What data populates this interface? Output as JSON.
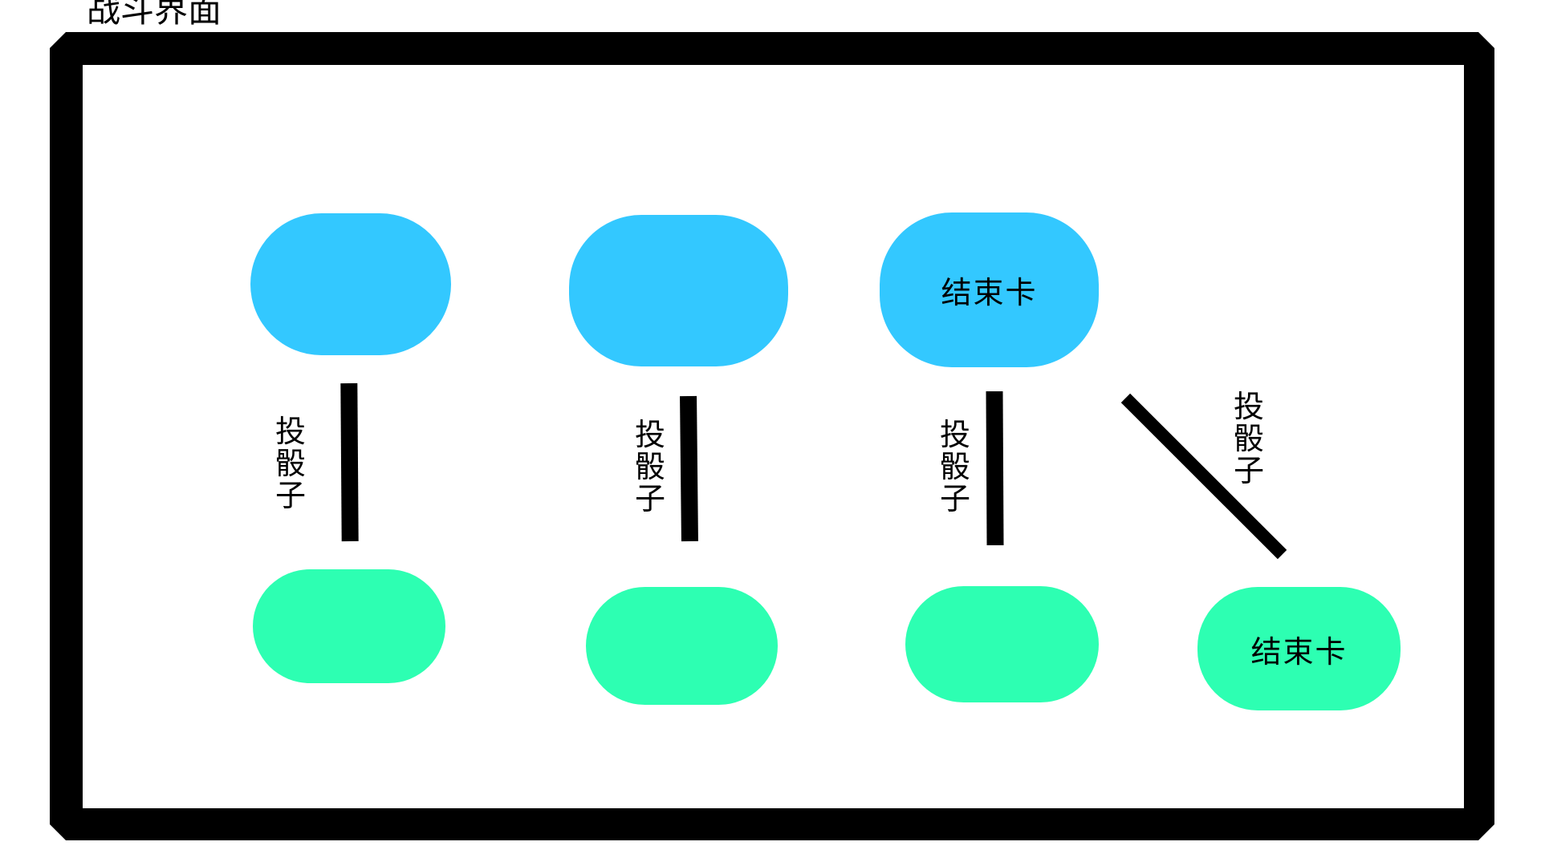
{
  "title": "战斗界面",
  "colors": {
    "frame": "#000000",
    "background": "#ffffff",
    "top_node": "#33c8ff",
    "bottom_node": "#2dffb2"
  },
  "top_nodes": [
    {
      "label": ""
    },
    {
      "label": ""
    },
    {
      "label": "结束卡"
    }
  ],
  "bottom_nodes": [
    {
      "label": ""
    },
    {
      "label": ""
    },
    {
      "label": ""
    },
    {
      "label": "结束卡"
    }
  ],
  "edges": [
    {
      "from": "top_nodes.0",
      "to": "bottom_nodes.0",
      "label": "投骰子"
    },
    {
      "from": "top_nodes.1",
      "to": "bottom_nodes.1",
      "label": "投骰子"
    },
    {
      "from": "top_nodes.2",
      "to": "bottom_nodes.2",
      "label": "投骰子"
    },
    {
      "from": "top_nodes.2",
      "to": "bottom_nodes.3",
      "label": "投骰子"
    }
  ]
}
